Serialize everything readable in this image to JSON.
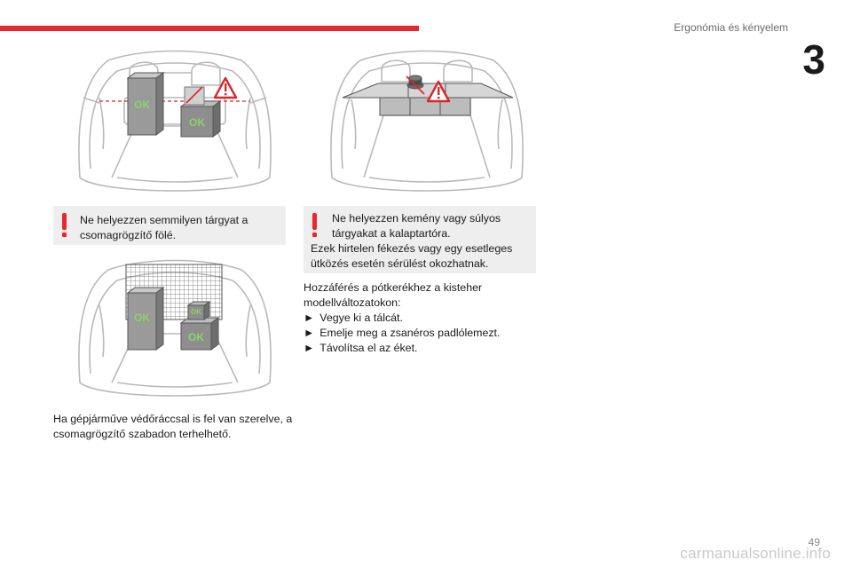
{
  "header": {
    "section_title": "Ergonómia és kényelem",
    "chapter_number": "3",
    "accent_color": "#e8262b"
  },
  "footer": {
    "page_number": "49",
    "watermark": "carmanualsonline.info"
  },
  "illustrations": {
    "ok_label": "OK"
  },
  "warning_1": {
    "lines": [
      "Ne helyezzen semmilyen tárgyat a",
      "csomagrögzítő fölé."
    ]
  },
  "paragraph_net": {
    "lines": [
      "Ha gépjárműve védőráccsal is fel van szerelve, a",
      "csomagrögzítő szabadon terhelhető."
    ]
  },
  "warning_2": {
    "lines": [
      "Ne helyezzen kemény vagy súlyos",
      "tárgyakat a kalaptartóra.",
      "Ezek hirtelen fékezés vagy egy esetleges",
      "ütközés esetén sérülést okozhatnak."
    ]
  },
  "spare_wheel": {
    "intro_lines": [
      "Hozzáférés a pótkerékhez a kisteher",
      "modellváltozatokon:"
    ],
    "bullet_symbol": "►",
    "steps": [
      "Vegye ki a tálcát.",
      "Emelje meg a zsanéros padlólemezt.",
      "Távolítsa el az éket."
    ]
  }
}
